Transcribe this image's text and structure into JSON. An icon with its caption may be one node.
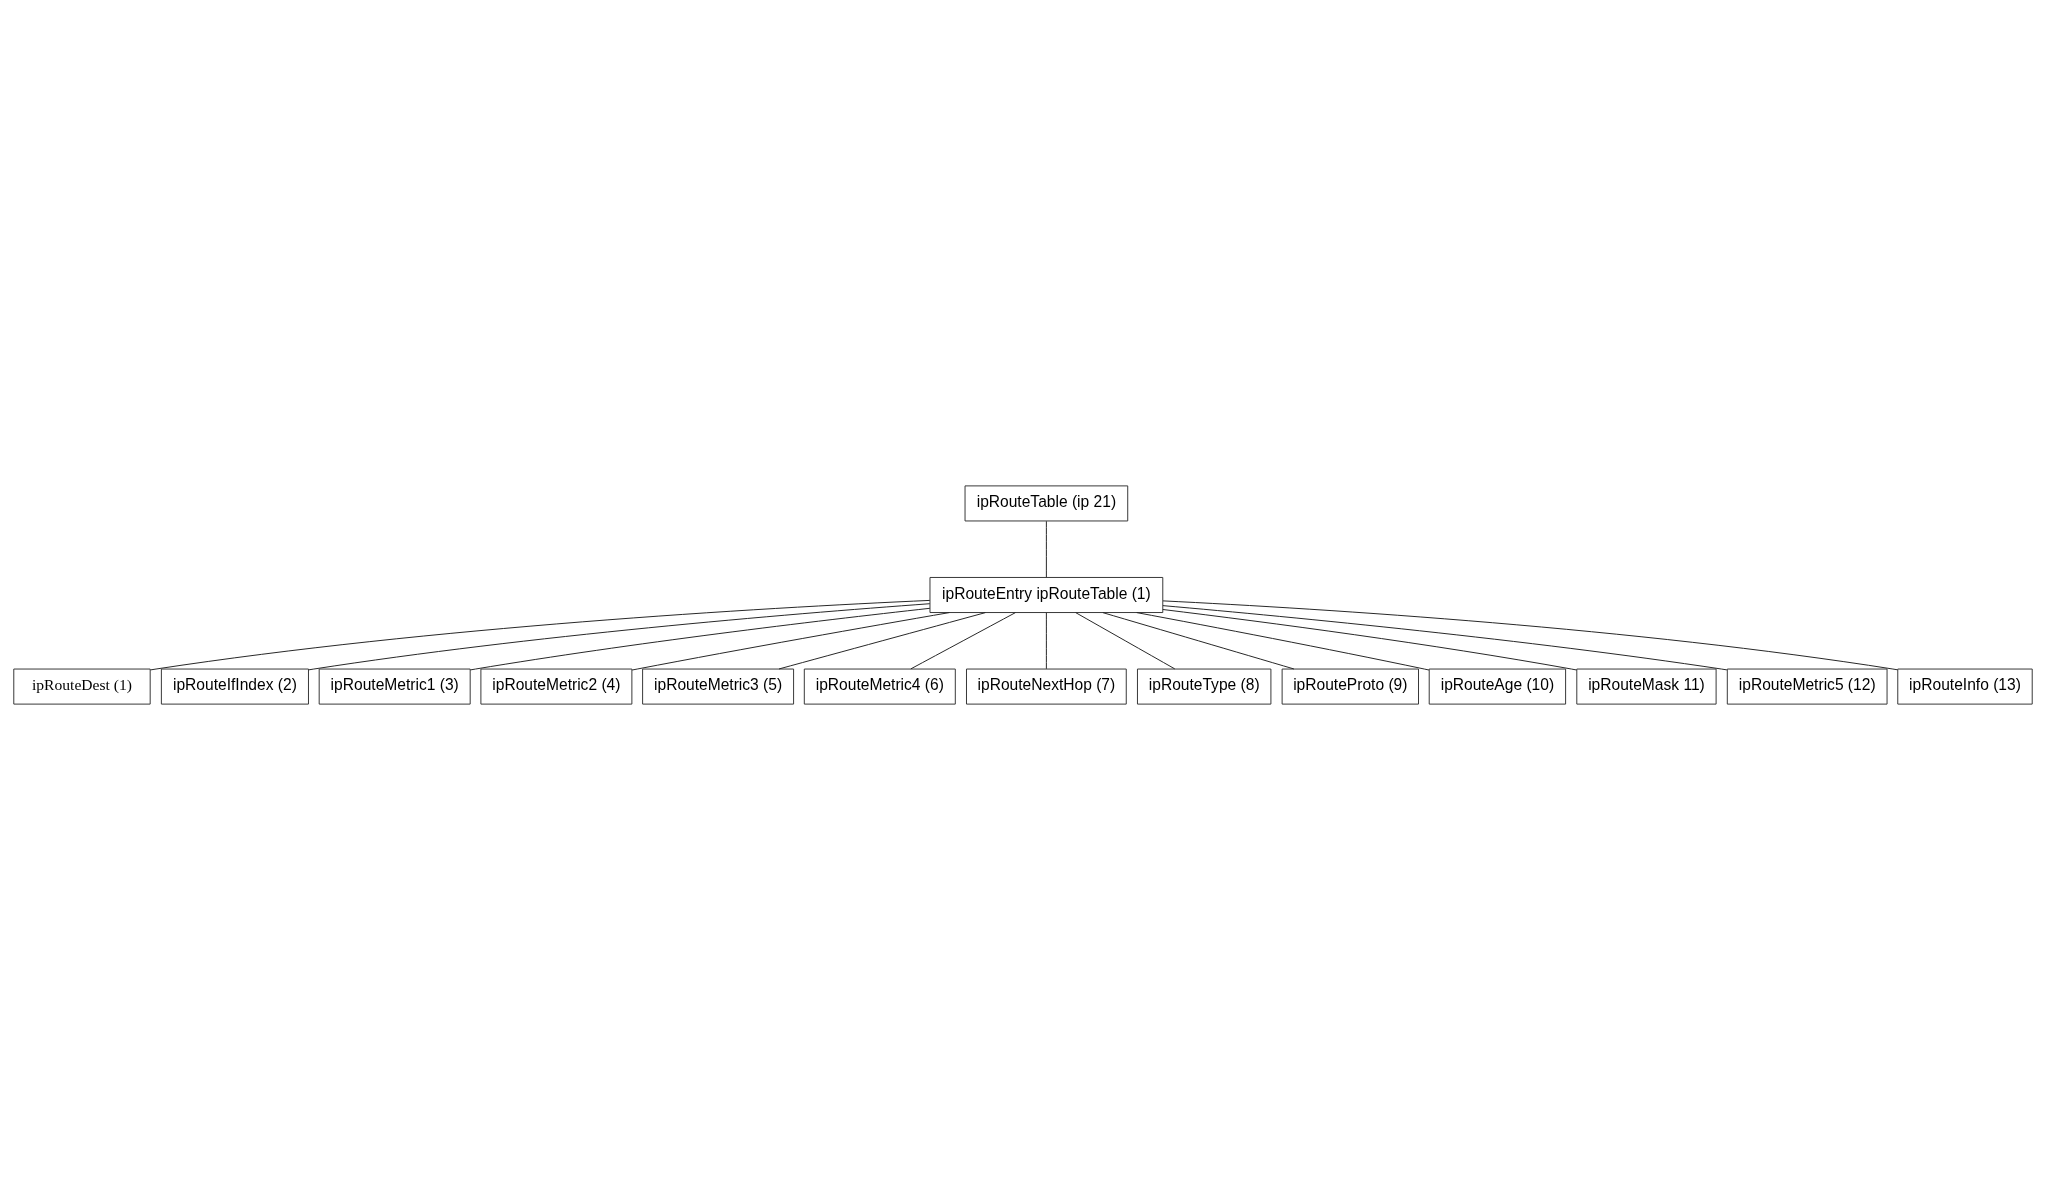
{
  "diagram": {
    "nodes": [
      {
        "text": [
          "ipRouteTable (ip 21)"
        ]
      },
      {
        "text": [
          "ipRouteEntry ipRouteTable (1)"
        ]
      },
      {
        "text": [
          "ipRouteDest (1)"
        ]
      },
      {
        "text": [
          "ipRouteIfIndex (2)"
        ]
      },
      {
        "text": [
          "ipRouteMetric1 (3)"
        ]
      },
      {
        "text": [
          "ipRouteMetric2 (4)"
        ]
      },
      {
        "text": [
          "ipRouteMetric3 (5)"
        ]
      },
      {
        "text": [
          "ipRouteMetric4 (6)"
        ]
      },
      {
        "text": [
          "ipRouteNextHop (7)"
        ]
      },
      {
        "text": [
          "ipRouteType (8)"
        ]
      },
      {
        "text": [
          "ipRouteProto (9)"
        ]
      },
      {
        "text": [
          "ipRouteAge (10)"
        ]
      },
      {
        "text": [
          "ipRouteMask 11)"
        ]
      },
      {
        "text": [
          "ipRouteMetric5 (12)"
        ]
      },
      {
        "text": [
          "ipRouteInfo (13)"
        ]
      }
    ],
    "edges": [
      {
        "from": 0,
        "to": 1,
        "arrow": "none"
      },
      {
        "from": 1,
        "to": 2,
        "arrow": "none"
      },
      {
        "from": 1,
        "to": 3,
        "arrow": "none"
      },
      {
        "from": 1,
        "to": 4,
        "arrow": "none"
      },
      {
        "from": 1,
        "to": 5,
        "arrow": "none"
      },
      {
        "from": 1,
        "to": 6,
        "arrow": "none"
      },
      {
        "from": 1,
        "to": 7,
        "arrow": "none"
      },
      {
        "from": 1,
        "to": 8,
        "arrow": "none"
      },
      {
        "from": 1,
        "to": 9,
        "arrow": "none"
      },
      {
        "from": 1,
        "to": 10,
        "arrow": "none"
      },
      {
        "from": 1,
        "to": 11,
        "arrow": "none"
      },
      {
        "from": 1,
        "to": 12,
        "arrow": "none"
      },
      {
        "from": 1,
        "to": 13,
        "arrow": "none"
      },
      {
        "from": 1,
        "to": 14,
        "arrow": "none"
      }
    ]
  }
}
